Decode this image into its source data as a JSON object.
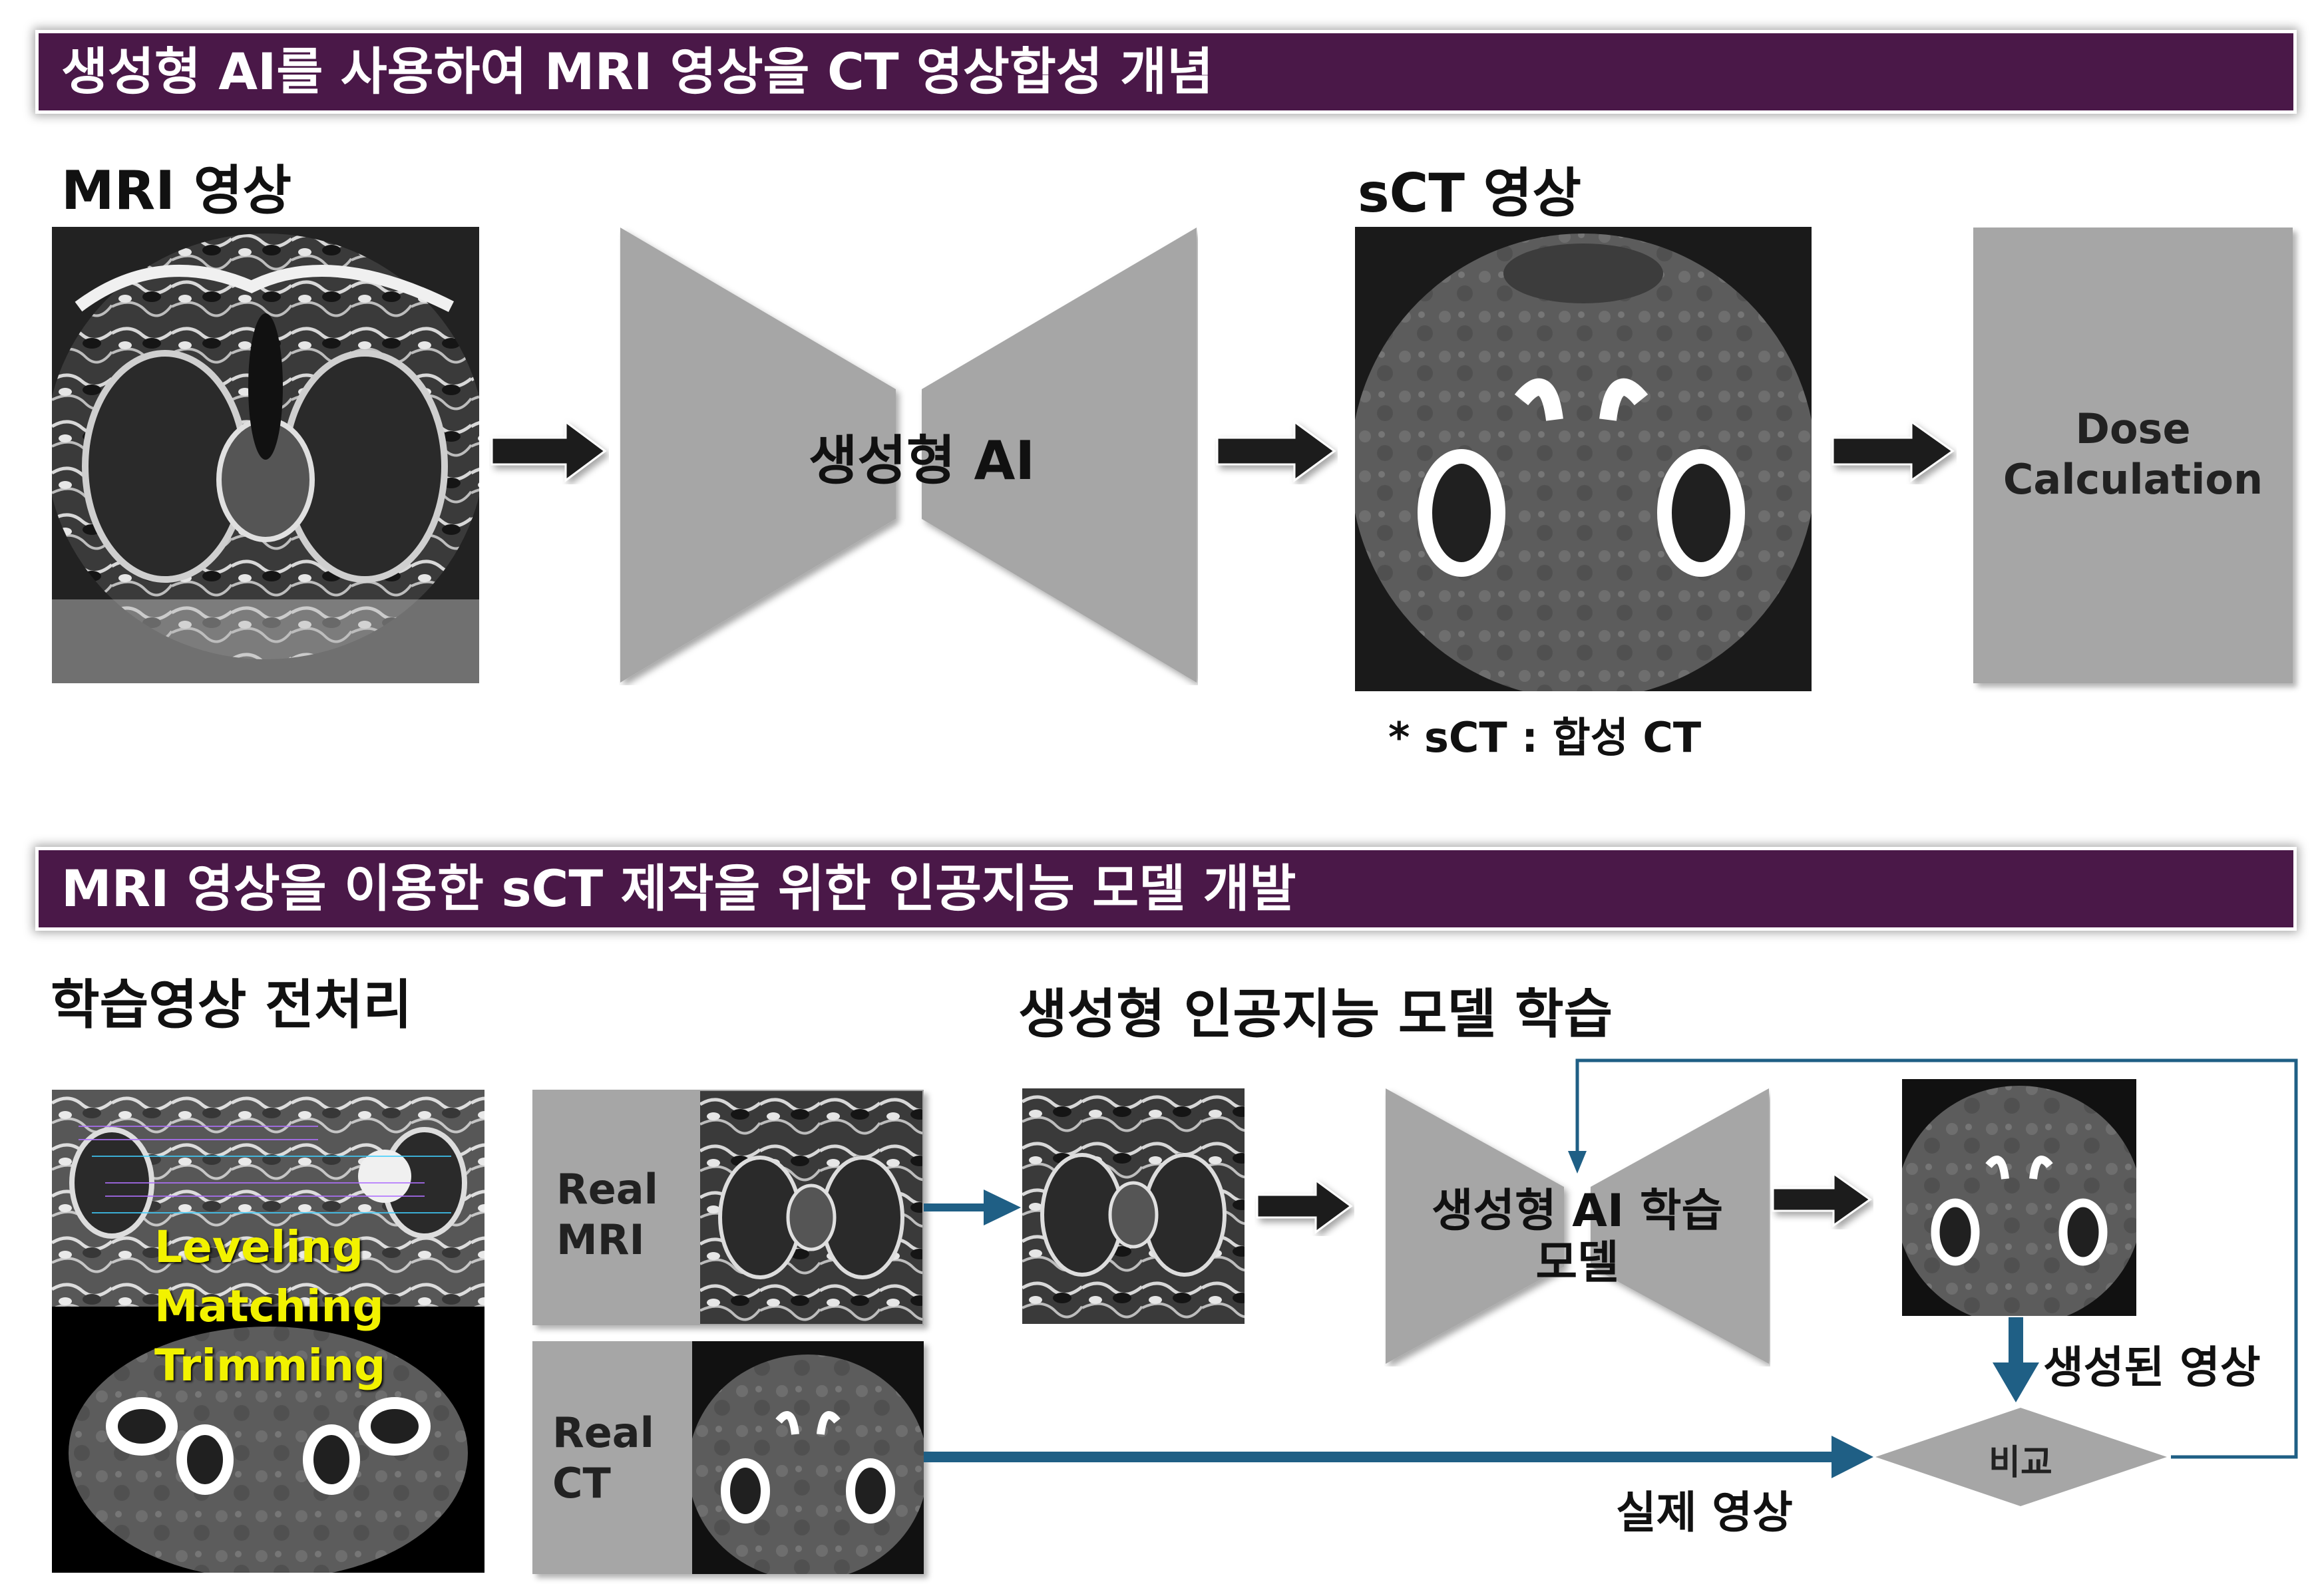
{
  "top_banner": "생성형 AI를 사용하여 MRI 영상을 CT 영상합성 개념",
  "top_mri_label": "MRI 영상",
  "top_sct_label": "sCT 영상",
  "top_ai_label": "생성형 AI",
  "top_dose_label": "Dose Calculation",
  "sct_note": "* sCT : 합성 CT",
  "bottom_banner": "MRI 영상을 이용한 sCT 제작을 위한 인공지능 모델 개발",
  "preprocess_label": "학습영상 전처리",
  "training_label": "생성형 인공지능 모델 학습",
  "preprocess_steps": [
    "Leveling",
    "Matching",
    "Trimming"
  ],
  "real_mri_label": "Real MRI",
  "real_ct_label": "Real CT",
  "bottom_ai_label": "생성형 AI 학습모델",
  "generated_label": "생성된 영상",
  "compare_label": "비교",
  "real_image_label": "실제 영상",
  "colors": {
    "banner": "#4a1848",
    "arrow_blue": "#1f5f85",
    "gray": "#a6a6a6",
    "accent_yellow": "#f2f200"
  }
}
